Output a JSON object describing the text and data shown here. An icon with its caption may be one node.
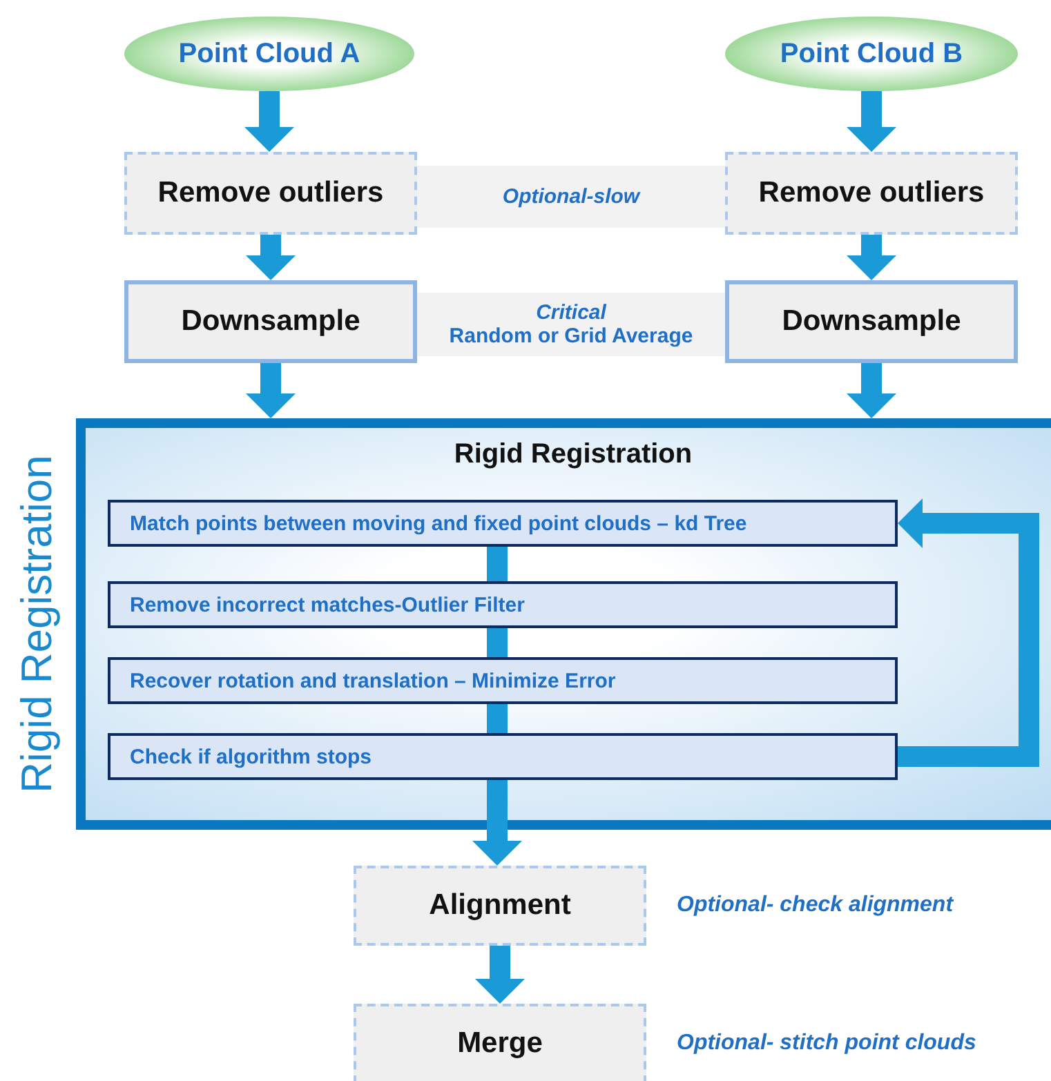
{
  "diagram": {
    "nodes": [
      {
        "text": [
          "Point Cloud A"
        ]
      },
      {
        "text": [
          "Point Cloud B"
        ]
      },
      {
        "text": [
          "Remove outliers"
        ]
      },
      {
        "text": [
          "Optional-slow"
        ]
      },
      {
        "text": [
          "Remove outliers"
        ]
      },
      {
        "text": [
          "Downsample"
        ]
      },
      {
        "text": [
          "Critical",
          "Random or Grid Average"
        ]
      },
      {
        "text": [
          "Downsample"
        ]
      },
      {
        "text": [
          "Rigid Registration"
        ],
        "beside": [
          "Rigid Registration"
        ]
      },
      {
        "text": [
          "Match points between moving and fixed point clouds – kd Tree"
        ],
        "in": 8
      },
      {
        "text": [
          "Remove incorrect matches-Outlier Filter"
        ],
        "in": 8
      },
      {
        "text": [
          "Recover rotation and translation – Minimize Error"
        ],
        "in": 8
      },
      {
        "text": [
          "Check if algorithm stops"
        ],
        "in": 8
      },
      {
        "text": [
          "Alignment"
        ],
        "beside": [
          "Optional- check alignment"
        ]
      },
      {
        "text": [
          "Merge"
        ],
        "beside": [
          "Optional- stitch point clouds"
        ]
      }
    ],
    "edges": [
      {
        "from": 0,
        "to": 2,
        "arrow": "to"
      },
      {
        "from": 1,
        "to": 4,
        "arrow": "to"
      },
      {
        "from": 2,
        "to": 5,
        "arrow": "to"
      },
      {
        "from": 4,
        "to": 7,
        "arrow": "to"
      },
      {
        "from": 5,
        "to": 8,
        "arrow": "to"
      },
      {
        "from": 7,
        "to": 8,
        "arrow": "to"
      },
      {
        "from": 9,
        "to": 10,
        "arrow": "none"
      },
      {
        "from": 10,
        "to": 11,
        "arrow": "none"
      },
      {
        "from": 11,
        "to": 12,
        "arrow": "none"
      },
      {
        "from": 12,
        "to": 9,
        "arrow": "to"
      },
      {
        "from": 12,
        "to": 13,
        "arrow": "to"
      },
      {
        "from": 13,
        "to": 14,
        "arrow": "to"
      }
    ]
  }
}
